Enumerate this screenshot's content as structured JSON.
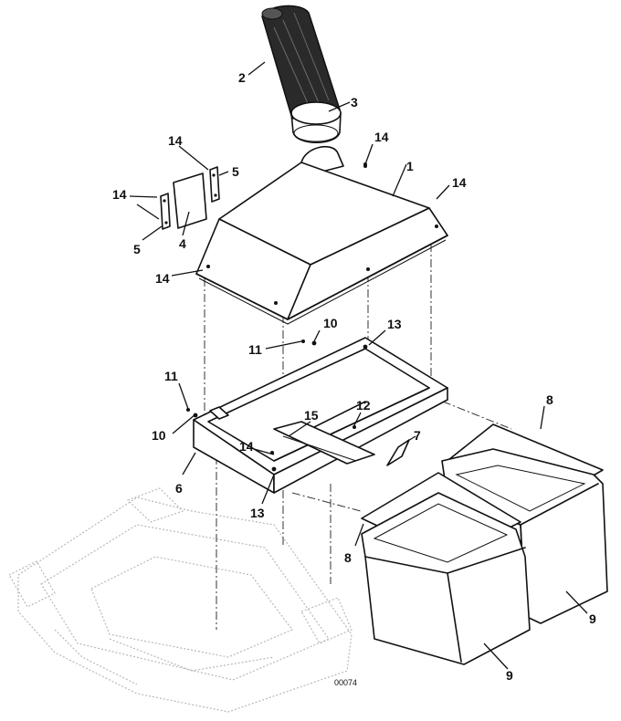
{
  "drawing_code": "00074",
  "callouts": {
    "c1": "1",
    "c2": "2",
    "c3": "3",
    "c4": "4",
    "c5a": "5",
    "c5b": "5",
    "c6": "6",
    "c7": "7",
    "c8a": "8",
    "c8b": "8",
    "c9a": "9",
    "c9b": "9",
    "c10a": "10",
    "c10b": "10",
    "c11a": "11",
    "c11b": "11",
    "c12": "12",
    "c13a": "13",
    "c13b": "13",
    "c14a": "14",
    "c14b": "14",
    "c14c": "14",
    "c14d": "14",
    "c14e": "14",
    "c14f": "14",
    "c15": "15"
  }
}
